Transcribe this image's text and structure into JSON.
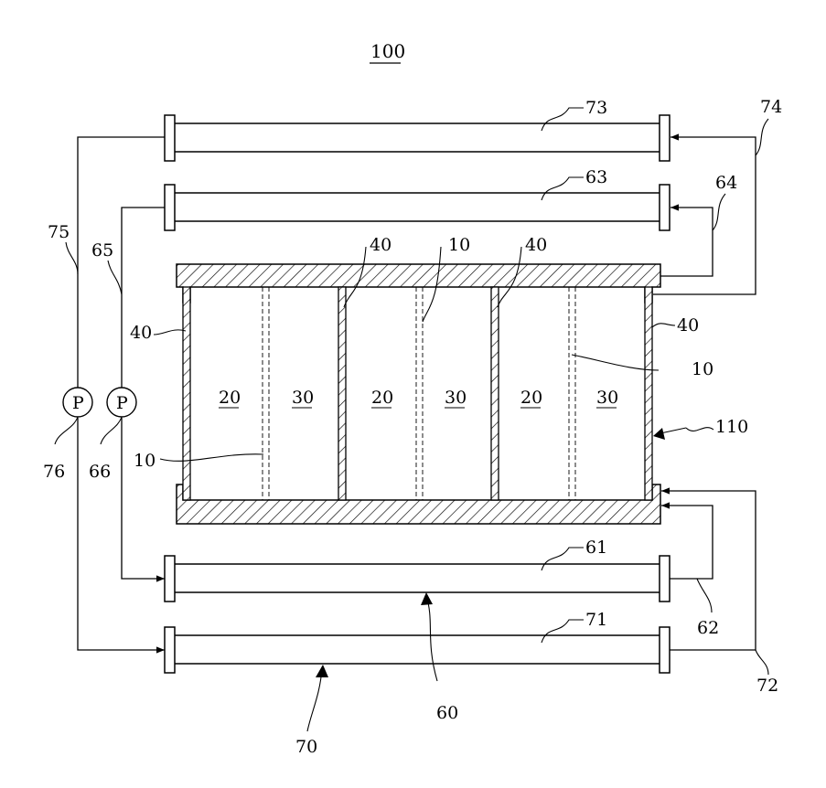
{
  "figure": {
    "ref_main": "100",
    "labels": {
      "l10a": "10",
      "l10b": "10",
      "l10c": "10",
      "l40a": "40",
      "l40b": "40",
      "l40c": "40",
      "l40d": "40",
      "l60": "60",
      "l61": "61",
      "l62": "62",
      "l63": "63",
      "l64": "64",
      "l65": "65",
      "l66": "66",
      "l70": "70",
      "l71": "71",
      "l72": "72",
      "l73": "73",
      "l74": "74",
      "l75": "75",
      "l76": "76",
      "l110": "110"
    },
    "cells": [
      {
        "anode": "20",
        "cathode": "30"
      },
      {
        "anode": "20",
        "cathode": "30"
      },
      {
        "anode": "20",
        "cathode": "30"
      }
    ],
    "pumps": {
      "left": "P",
      "right": "P"
    }
  }
}
